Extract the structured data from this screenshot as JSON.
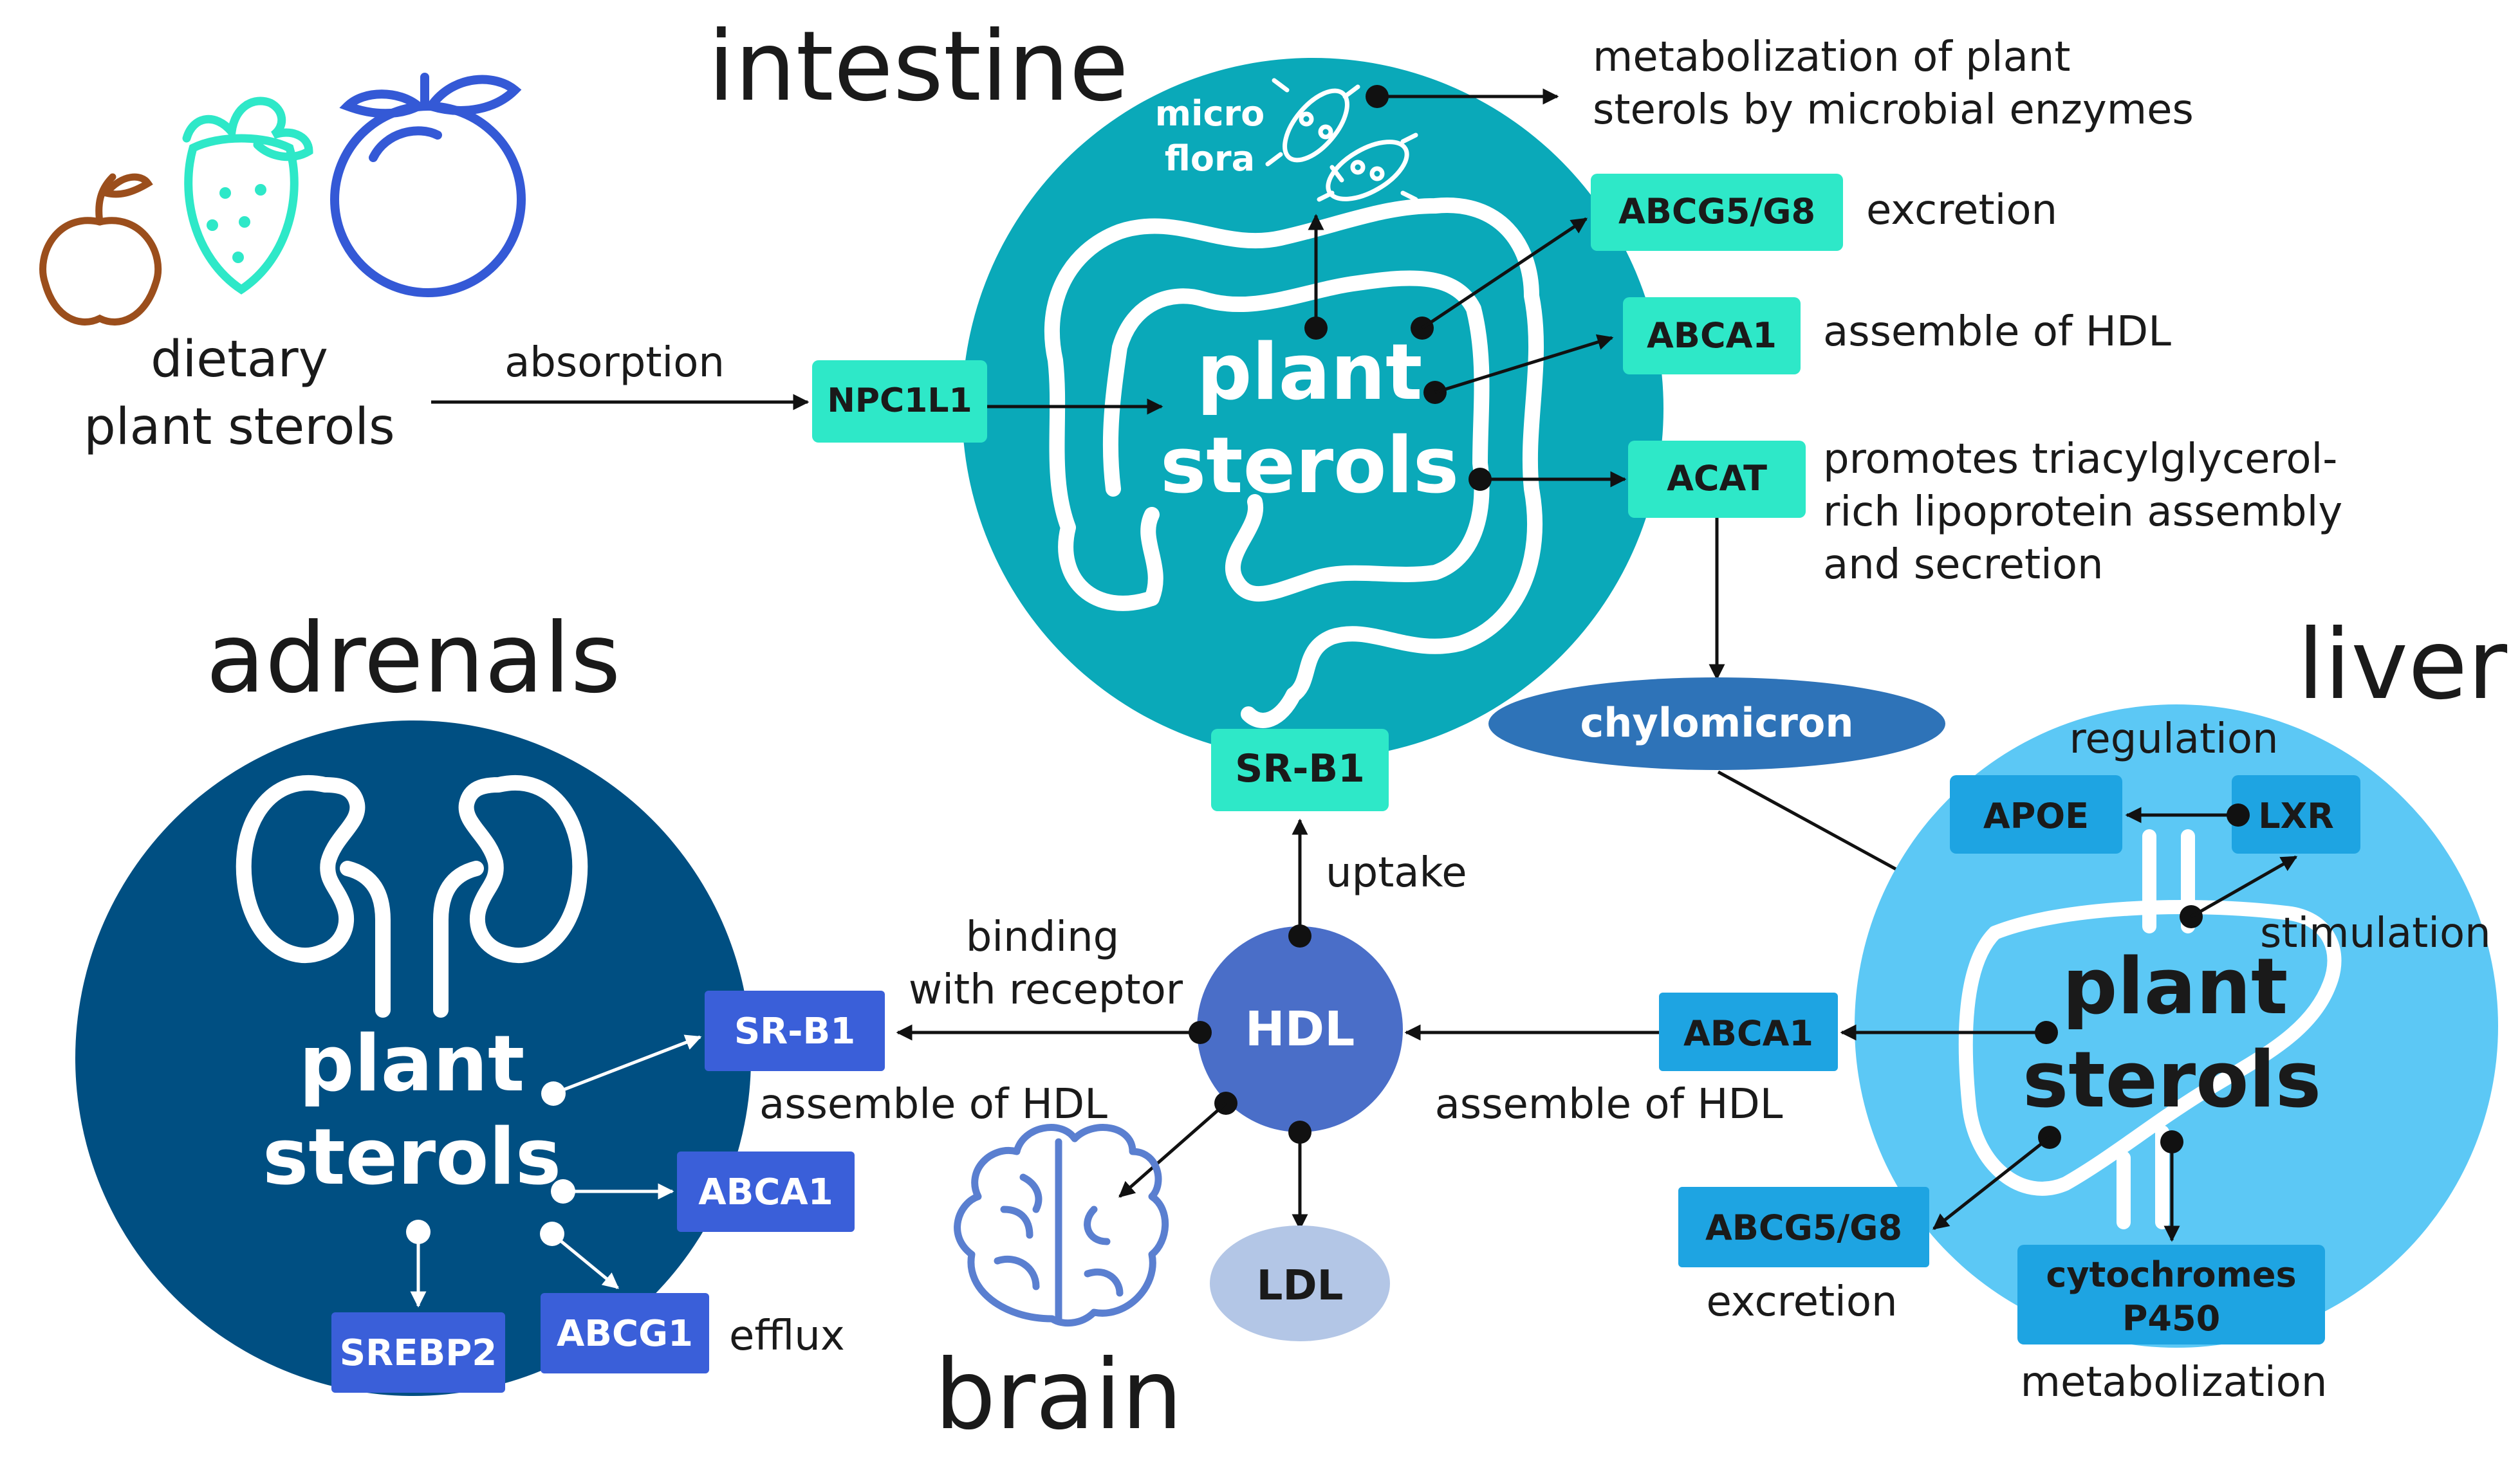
{
  "labels": {
    "intestine": "intestine",
    "adrenals": "adrenals",
    "liver": "liver",
    "brain": "brain",
    "dietary_line1": "dietary",
    "dietary_line2": "plant sterols",
    "absorption": "absorption",
    "microflora_line1": "micro",
    "microflora_line2": "flora",
    "metab_line1": "metabolization of plant",
    "metab_line2": "sterols by microbial enzymes",
    "plant": "plant",
    "sterols": "sterols",
    "excretion": "excretion",
    "assemble_hdl": "assemble of HDL",
    "promotes_line1": "promotes triacylglycerol-",
    "promotes_line2": "rich lipoprotein assembly",
    "promotes_line3": "and secretion",
    "uptake": "uptake",
    "binding_line1": "binding",
    "binding_line2": "with receptor",
    "regulation": "regulation",
    "stimulation": "stimulation",
    "metabolization": "metabolization",
    "efflux": "efflux"
  },
  "boxes": {
    "npc1l1": "NPC1L1",
    "abcg5g8_int": "ABCG5/G8",
    "abca1_int": "ABCA1",
    "acat": "ACAT",
    "srb1_int": "SR-B1",
    "chylomicron": "chylomicron",
    "hdl": "HDL",
    "ldl": "LDL",
    "srb1_adr": "SR-B1",
    "abca1_adr": "ABCA1",
    "abcg1": "ABCG1",
    "srebp2": "SREBP2",
    "apoe": "APOE",
    "lxr": "LXR",
    "abca1_liv": "ABCA1",
    "abcg5g8_liv": "ABCG5/G8",
    "cyto_line1": "cytochromes",
    "cyto_line2": "P450"
  },
  "colors": {
    "intestine_circle": "#0aa9b9",
    "intestine_box": "#2ee8c8",
    "adrenal_circle": "#004f82",
    "adrenal_box": "#3a5fd9",
    "liver_circle": "#5cc8f5",
    "liver_box": "#1ea4e2",
    "chylomicron": "#2e73b8",
    "hdl": "#4a6ec8",
    "ldl": "#b3c6e6",
    "apple": "#9b4e1c",
    "strawberry": "#2ee8c8",
    "blueberry": "#3459d6"
  }
}
